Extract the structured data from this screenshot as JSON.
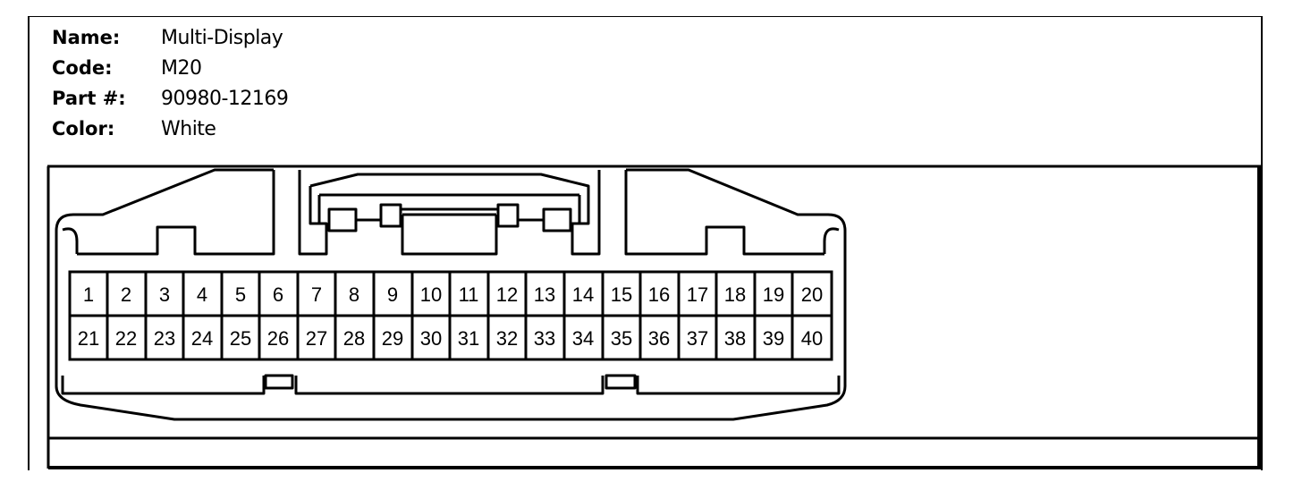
{
  "info": {
    "rows": [
      {
        "label": "Name:",
        "value": "Multi-Display"
      },
      {
        "label": "Code:",
        "value": "M20"
      },
      {
        "label": "Part #:",
        "value": "90980-12169"
      },
      {
        "label": "Color:",
        "value": "White"
      }
    ]
  },
  "connector": {
    "top_row_pins": [
      "1",
      "2",
      "3",
      "4",
      "5",
      "6",
      "7",
      "8",
      "9",
      "10",
      "11",
      "12",
      "13",
      "14",
      "15",
      "16",
      "17",
      "18",
      "19",
      "20"
    ],
    "bottom_row_pins": [
      "21",
      "22",
      "23",
      "24",
      "25",
      "26",
      "27",
      "28",
      "29",
      "30",
      "31",
      "32",
      "33",
      "34",
      "35",
      "36",
      "37",
      "38",
      "39",
      "40"
    ]
  }
}
